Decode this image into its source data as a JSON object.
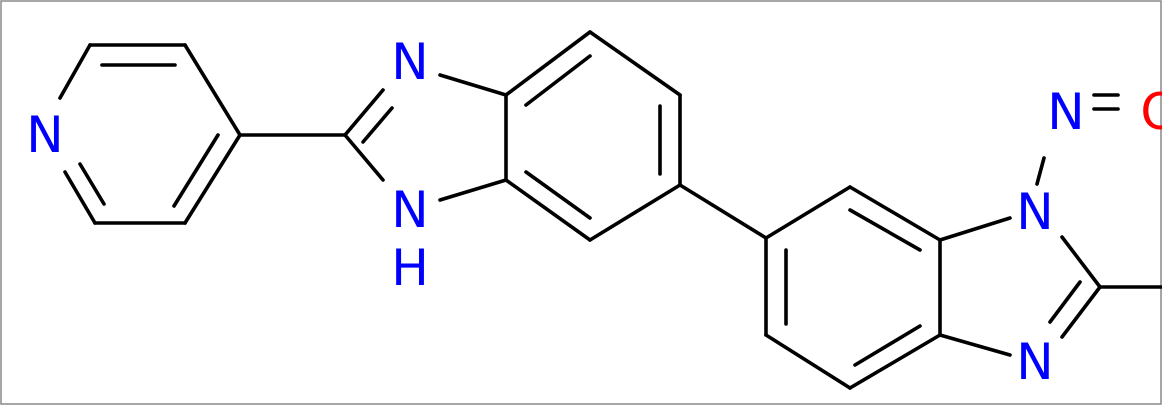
{
  "colors": {
    "bond": "#000000",
    "nitrogen": "#0000ff",
    "oxygen": "#ff0000",
    "border": "#888888"
  },
  "atoms": {
    "pyridine_n": "N",
    "imidazole1_n_top": "N",
    "imidazole1_nh_n": "N",
    "imidazole1_nh_h": "H",
    "nitroso_n": "N",
    "nitroso_o": "O",
    "imidazole2_n1": "N",
    "imidazole2_n3": "N"
  }
}
